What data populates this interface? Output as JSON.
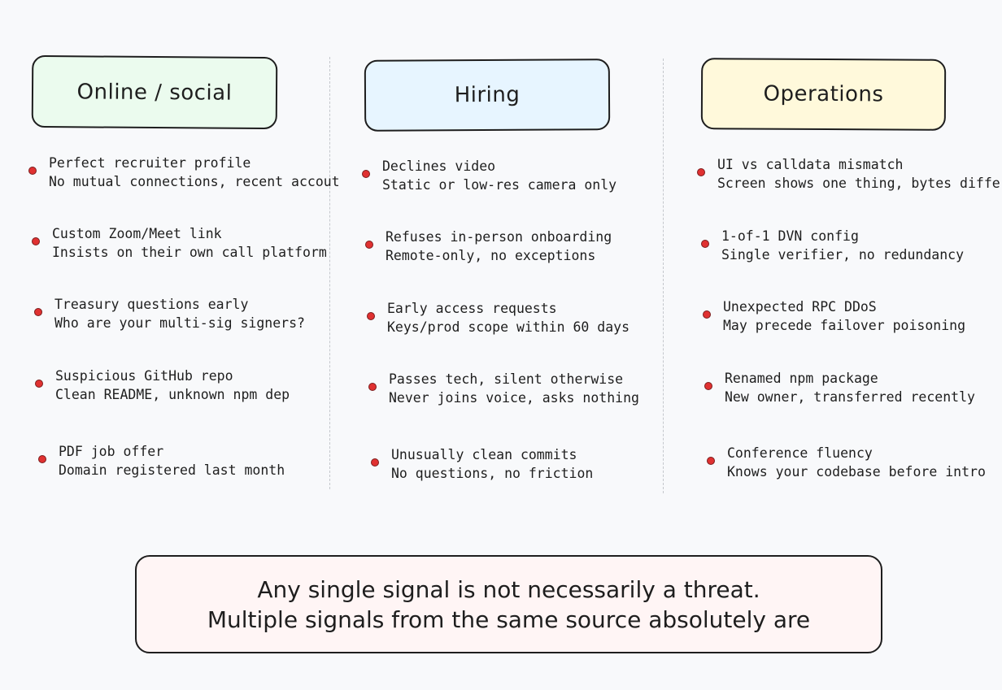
{
  "columns": [
    {
      "title": "Online / social",
      "signals": [
        {
          "title": "Perfect recruiter profile",
          "detail": "No mutual connections, recent accout"
        },
        {
          "title": "Custom Zoom/Meet link",
          "detail": "Insists on their own call platform"
        },
        {
          "title": "Treasury questions early",
          "detail": "Who are your multi-sig signers?"
        },
        {
          "title": "Suspicious GitHub repo",
          "detail": "Clean README, unknown npm dep"
        },
        {
          "title": "PDF job offer",
          "detail": "Domain registered last month"
        }
      ]
    },
    {
      "title": "Hiring",
      "signals": [
        {
          "title": "Declines video",
          "detail": "Static or low-res camera only"
        },
        {
          "title": "Refuses in-person onboarding",
          "detail": "Remote-only, no exceptions"
        },
        {
          "title": "Early access requests",
          "detail": "Keys/prod scope within 60 days"
        },
        {
          "title": "Passes tech, silent otherwise",
          "detail": "Never joins voice, asks nothing"
        },
        {
          "title": "Unusually clean commits",
          "detail": "No questions, no friction"
        }
      ]
    },
    {
      "title": "Operations",
      "signals": [
        {
          "title": "UI vs calldata mismatch",
          "detail": "Screen shows one thing, bytes differ"
        },
        {
          "title": "1-of-1 DVN config",
          "detail": "Single verifier, no redundancy"
        },
        {
          "title": "Unexpected RPC DDoS",
          "detail": "May precede failover poisoning"
        },
        {
          "title": "Renamed npm package",
          "detail": "New owner, transferred recently"
        },
        {
          "title": "Conference fluency",
          "detail": "Knows your codebase before intro"
        }
      ]
    }
  ],
  "summary": {
    "line1": "Any single signal is not necessarily a threat.",
    "line2": "Multiple signals from the same source absolutely are"
  },
  "colors": {
    "online_social": "#ebfbee",
    "hiring": "#e7f5ff",
    "operations": "#fff9db",
    "summary": "#fff5f5",
    "bullet": "#e03131"
  }
}
